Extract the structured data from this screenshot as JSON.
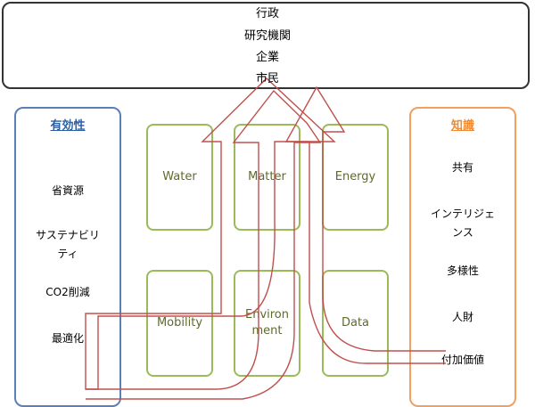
{
  "stakeholders": [
    "行政",
    "研究機関",
    "企業",
    "市民"
  ],
  "effectiveness": {
    "title": "有効性",
    "items": [
      "省資源",
      "サステナビリ\nティ",
      "CO2削減",
      "最適化"
    ]
  },
  "knowledge": {
    "title": "知識",
    "items": [
      "共有",
      "インテリジェ\nンス",
      "多様性",
      "人財",
      "付加価値"
    ]
  },
  "domains": {
    "water": "Water",
    "matter": "Matter",
    "energy": "Energy",
    "mobility": "Mobility",
    "environment": "Environ\nment",
    "data": "Data"
  },
  "colors": {
    "effectiveness_border": "#5b80b8",
    "knowledge_border": "#f0a060",
    "domain_border": "#9bbb59",
    "arrow": "#c0504d"
  }
}
